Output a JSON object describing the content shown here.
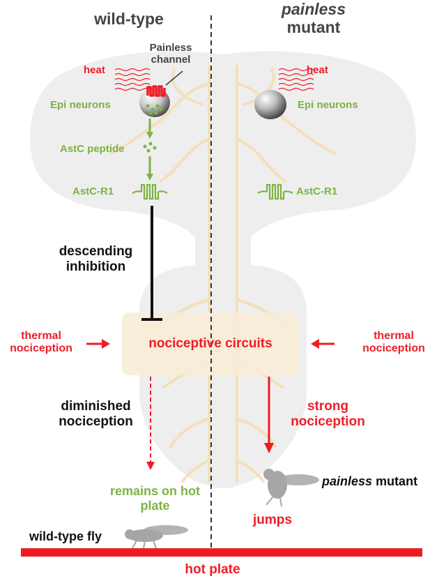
{
  "headers": {
    "left": "wild-type",
    "right_italic": "painless",
    "right_plain": "mutant"
  },
  "left": {
    "channel_label": "Painless channel",
    "heat_label": "heat",
    "epi_label": "Epi neurons",
    "peptide_label": "AstC peptide",
    "receptor_label": "AstC-R1",
    "inhibition_label": "descending inhibition",
    "thermal_label": "thermal nociception",
    "outcome_label": "diminished nociception",
    "fly_result": "remains on hot plate",
    "fly_label": "wild-type fly"
  },
  "right": {
    "heat_label": "heat",
    "epi_label": "Epi neurons",
    "receptor_label": "AstC-R1",
    "thermal_label": "thermal nociception",
    "outcome_label": "strong nociception",
    "fly_result": "jumps",
    "fly_label_italic": "painless",
    "fly_label_plain": "mutant"
  },
  "center_box": {
    "label": "nociceptive circuits"
  },
  "plate": {
    "label": "hot plate"
  },
  "colors": {
    "red": "#ee1c25",
    "green": "#7cb342",
    "dark_text": "#444444",
    "brain_fill": "#eeeeee",
    "neuron_tan": "#f5deb3",
    "box_fill": "#f7ecd6",
    "fly_gray": "#a6a6a6"
  }
}
